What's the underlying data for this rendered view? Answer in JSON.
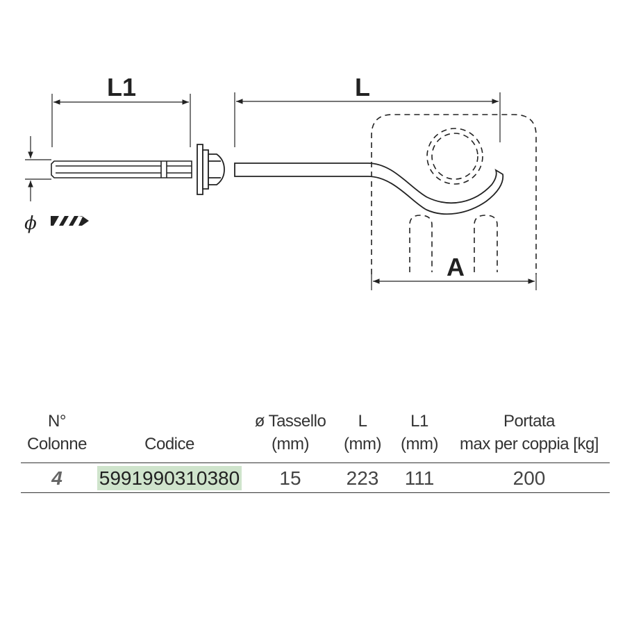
{
  "diagram": {
    "labels": {
      "l1": "L1",
      "l": "L",
      "a": "A",
      "diameter": "ϕ"
    }
  },
  "table": {
    "headers": [
      {
        "lines": [
          "N°",
          "Colonne"
        ]
      },
      {
        "lines": [
          "Codice"
        ]
      },
      {
        "lines": [
          "ø Tassello",
          "(mm)"
        ]
      },
      {
        "lines": [
          "L",
          "(mm)"
        ]
      },
      {
        "lines": [
          "L1",
          "(mm)"
        ]
      },
      {
        "lines": [
          "Portata",
          "max per coppia [kg]"
        ]
      }
    ],
    "rows": [
      {
        "colonne": "4",
        "codice": "5991990310380",
        "tassello": "15",
        "l": "223",
        "l1": "111",
        "portata": "200"
      }
    ]
  },
  "colors": {
    "line": "#222222",
    "code_highlight": "#cfe4cc"
  }
}
